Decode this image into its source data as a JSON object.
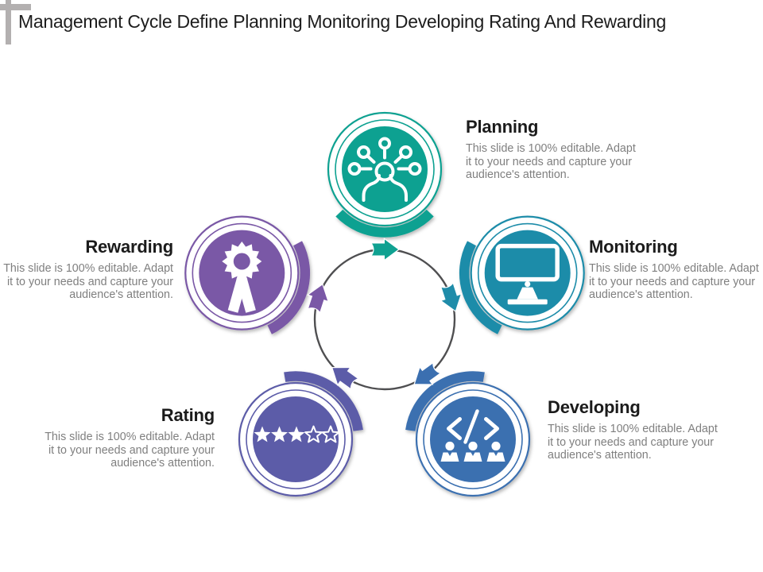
{
  "slide": {
    "title": "Management Cycle Define Planning Monitoring Developing Rating And Rewarding",
    "background_color": "#ffffff",
    "corner_mark_color": "#b3b0b0",
    "title_color": "#1d1d1d"
  },
  "cycle": {
    "ring_color": "#4f4f51",
    "nodes": [
      {
        "label": "Planning",
        "description": "This slide is 100% editable. Adapt it to your needs and capture your audience's attention.",
        "color": "#0FA191",
        "icon": "mind-map-person-icon"
      },
      {
        "label": "Monitoring",
        "description": "This slide is 100% editable. Adapt it to your needs and capture your audience's attention.",
        "color": "#1F8CA9",
        "icon": "desktop-monitor-icon"
      },
      {
        "label": "Developing",
        "description": "This slide is 100% editable. Adapt it to your needs and capture your audience's attention.",
        "color": "#3B6FB0",
        "icon": "code-team-icon"
      },
      {
        "label": "Rating",
        "description": "This slide is 100% editable. Adapt it to your needs and capture your audience's attention.",
        "color": "#5C5CA8",
        "icon": "five-star-rating-icon",
        "stars_filled": 3,
        "stars_total": 5
      },
      {
        "label": "Rewarding",
        "description": "This slide is 100% editable. Adapt it to your needs and capture your audience's attention.",
        "color": "#7A58A6",
        "icon": "award-ribbon-icon"
      }
    ]
  }
}
